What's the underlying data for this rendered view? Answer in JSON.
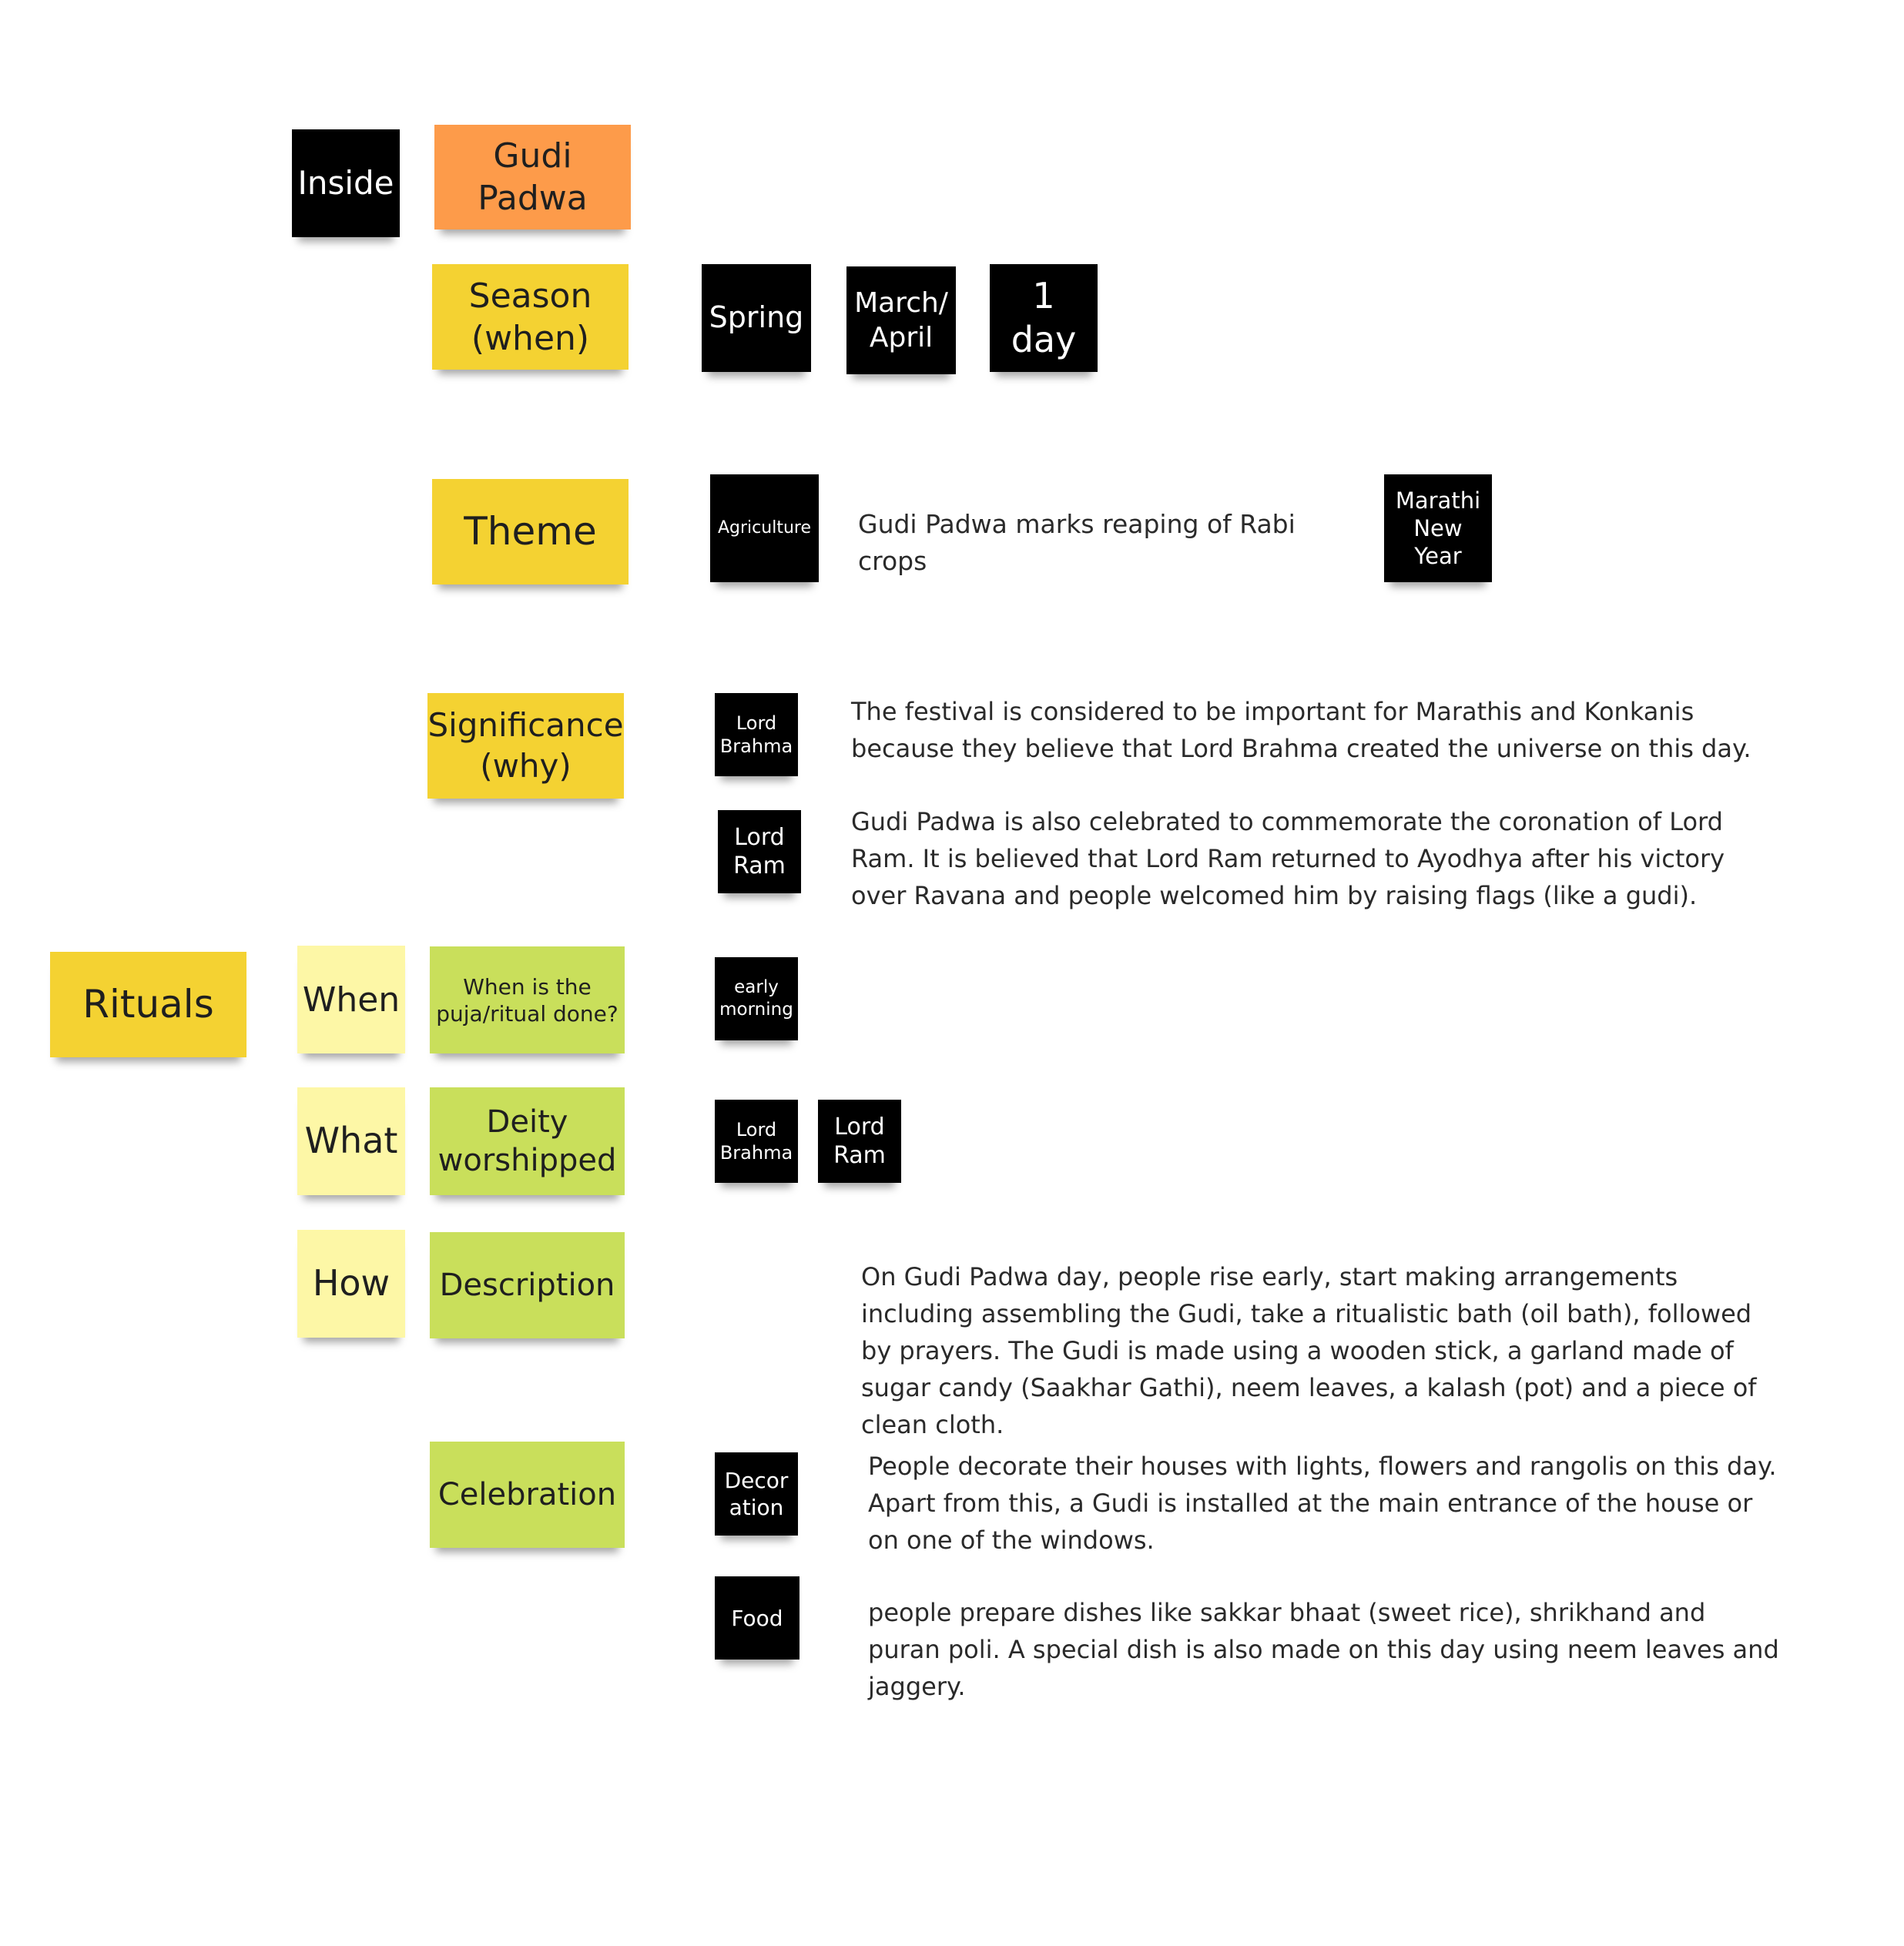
{
  "header": {
    "inside": "Inside",
    "festival": "Gudi Padwa"
  },
  "season": {
    "label": "Season (when)",
    "spring": "Spring",
    "month": "March/ April",
    "duration": "1 day"
  },
  "theme": {
    "label": "Theme",
    "tag": "Agriculture",
    "text": "Gudi Padwa marks reaping of Rabi crops",
    "new_year": "Marathi New Year"
  },
  "significance": {
    "label": "Significance (why)",
    "brahma_tag": "Lord Brahma",
    "brahma_text": "The festival is considered to be important for Marathis and Konkanis because they believe that Lord Brahma created the universe on this day.",
    "ram_tag": "Lord Ram",
    "ram_text": "Gudi Padwa is also celebrated to commemorate the coronation of Lord Ram. It is believed that Lord Ram returned to Ayodhya after his victory over Ravana and people welcomed him by raising flags (like a gudi)."
  },
  "rituals": {
    "label": "Rituals",
    "when": {
      "label": "When",
      "question": "When is the puja/ritual done?",
      "answer": "early morning"
    },
    "what": {
      "label": "What",
      "question": "Deity worshipped",
      "deity1": "Lord Brahma",
      "deity2": "Lord Ram"
    },
    "how": {
      "label": "How",
      "question": "Description",
      "text": "On Gudi Padwa day, people rise early, start making arrangements including assembling the Gudi, take a ritualistic bath (oil bath), followed by prayers. The Gudi is made using a wooden stick, a garland made of sugar candy (Saakhar Gathi), neem leaves, a kalash (pot) and a piece of clean cloth."
    },
    "celebration": {
      "label": "Celebration",
      "decoration_tag": "Decor ation",
      "decoration_text": "People decorate their houses with lights, flowers and rangolis on this day. Apart from this, a Gudi is installed at the main entrance of the house or on one of the windows.",
      "food_tag": "Food",
      "food_text": "people prepare dishes like sakkar bhaat (sweet rice), shrikhand and puran poli. A special dish is also made on this day using neem leaves and jaggery."
    }
  },
  "colors": {
    "black_note": "#000000",
    "orange_note": "#fd9b4a",
    "yellow_note": "#f4d232",
    "pale_note": "#fdf7a6",
    "green_note": "#c9df5b"
  }
}
